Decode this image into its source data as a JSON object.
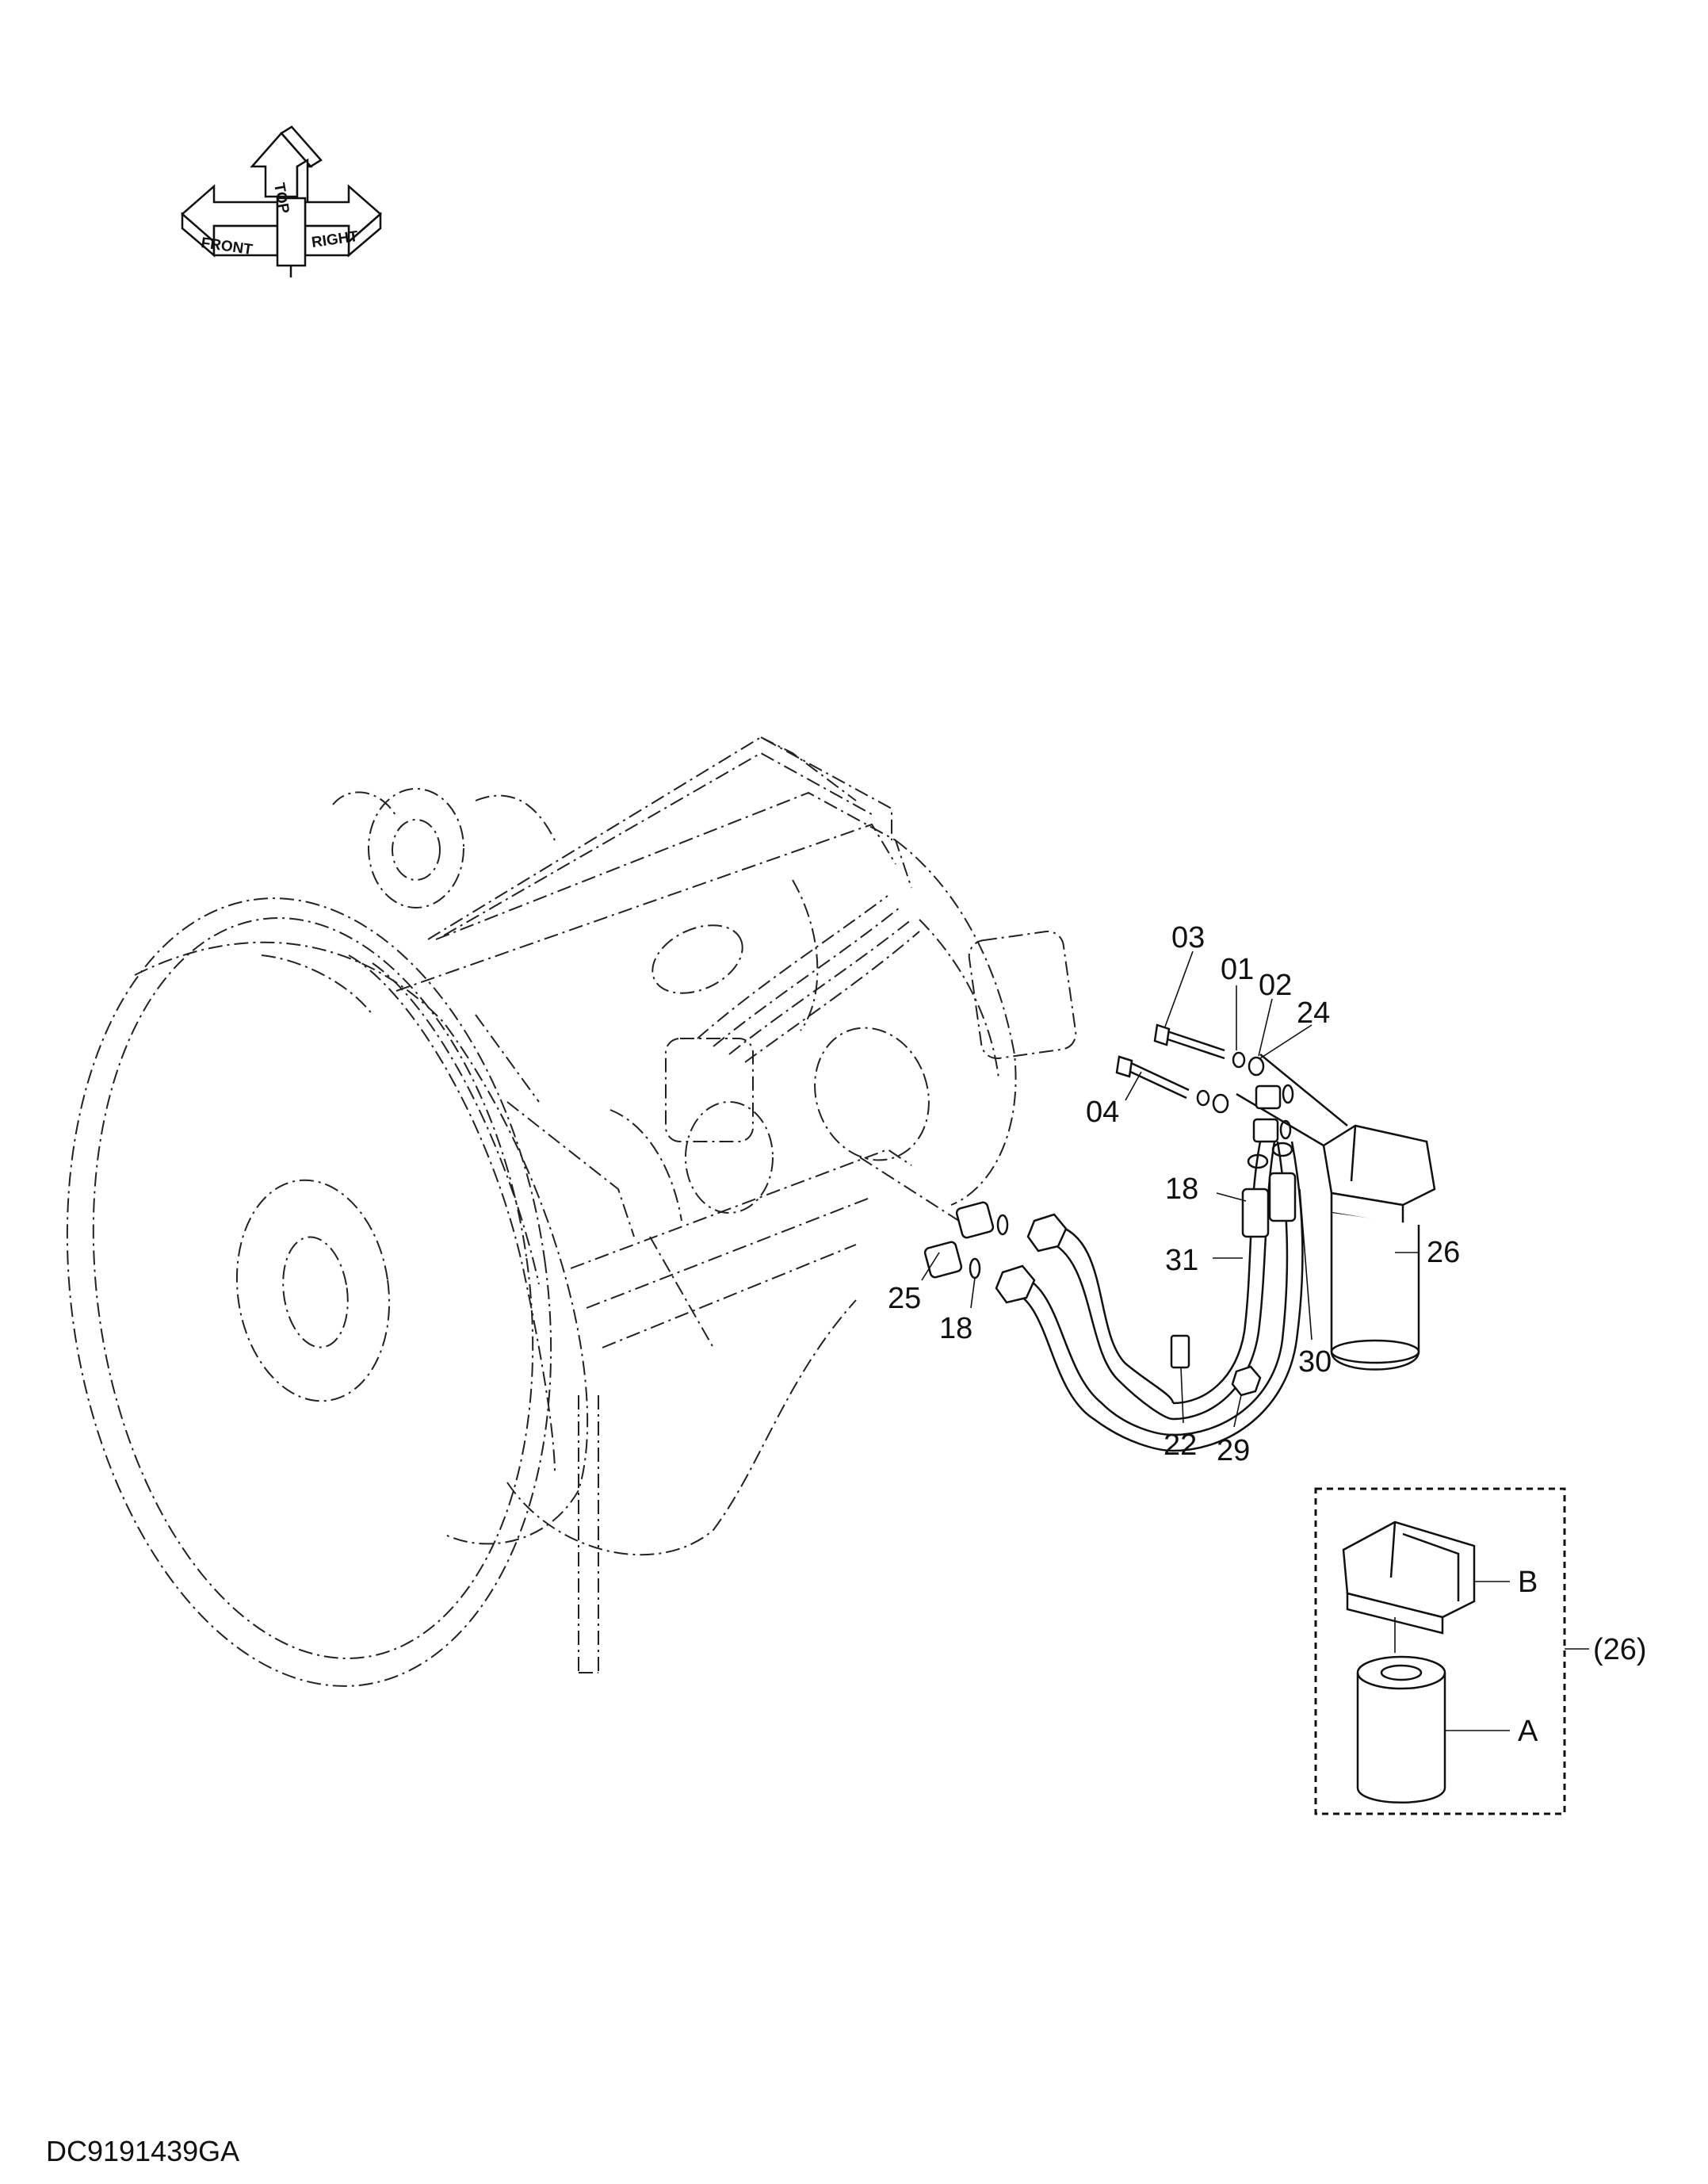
{
  "orientation": {
    "top": "TOP",
    "front": "FRONT",
    "right": "RIGHT"
  },
  "callouts": {
    "c03": "03",
    "c01": "01",
    "c02": "02",
    "c24": "24",
    "c04": "04",
    "c18a": "18",
    "c31": "31",
    "c26": "26",
    "c25": "25",
    "c18b": "18",
    "c30": "30",
    "c22": "22",
    "c29": "29"
  },
  "detail": {
    "group_label": "(26)",
    "part_b": "B",
    "part_a": "A"
  },
  "document_id": "DC9191439GA"
}
